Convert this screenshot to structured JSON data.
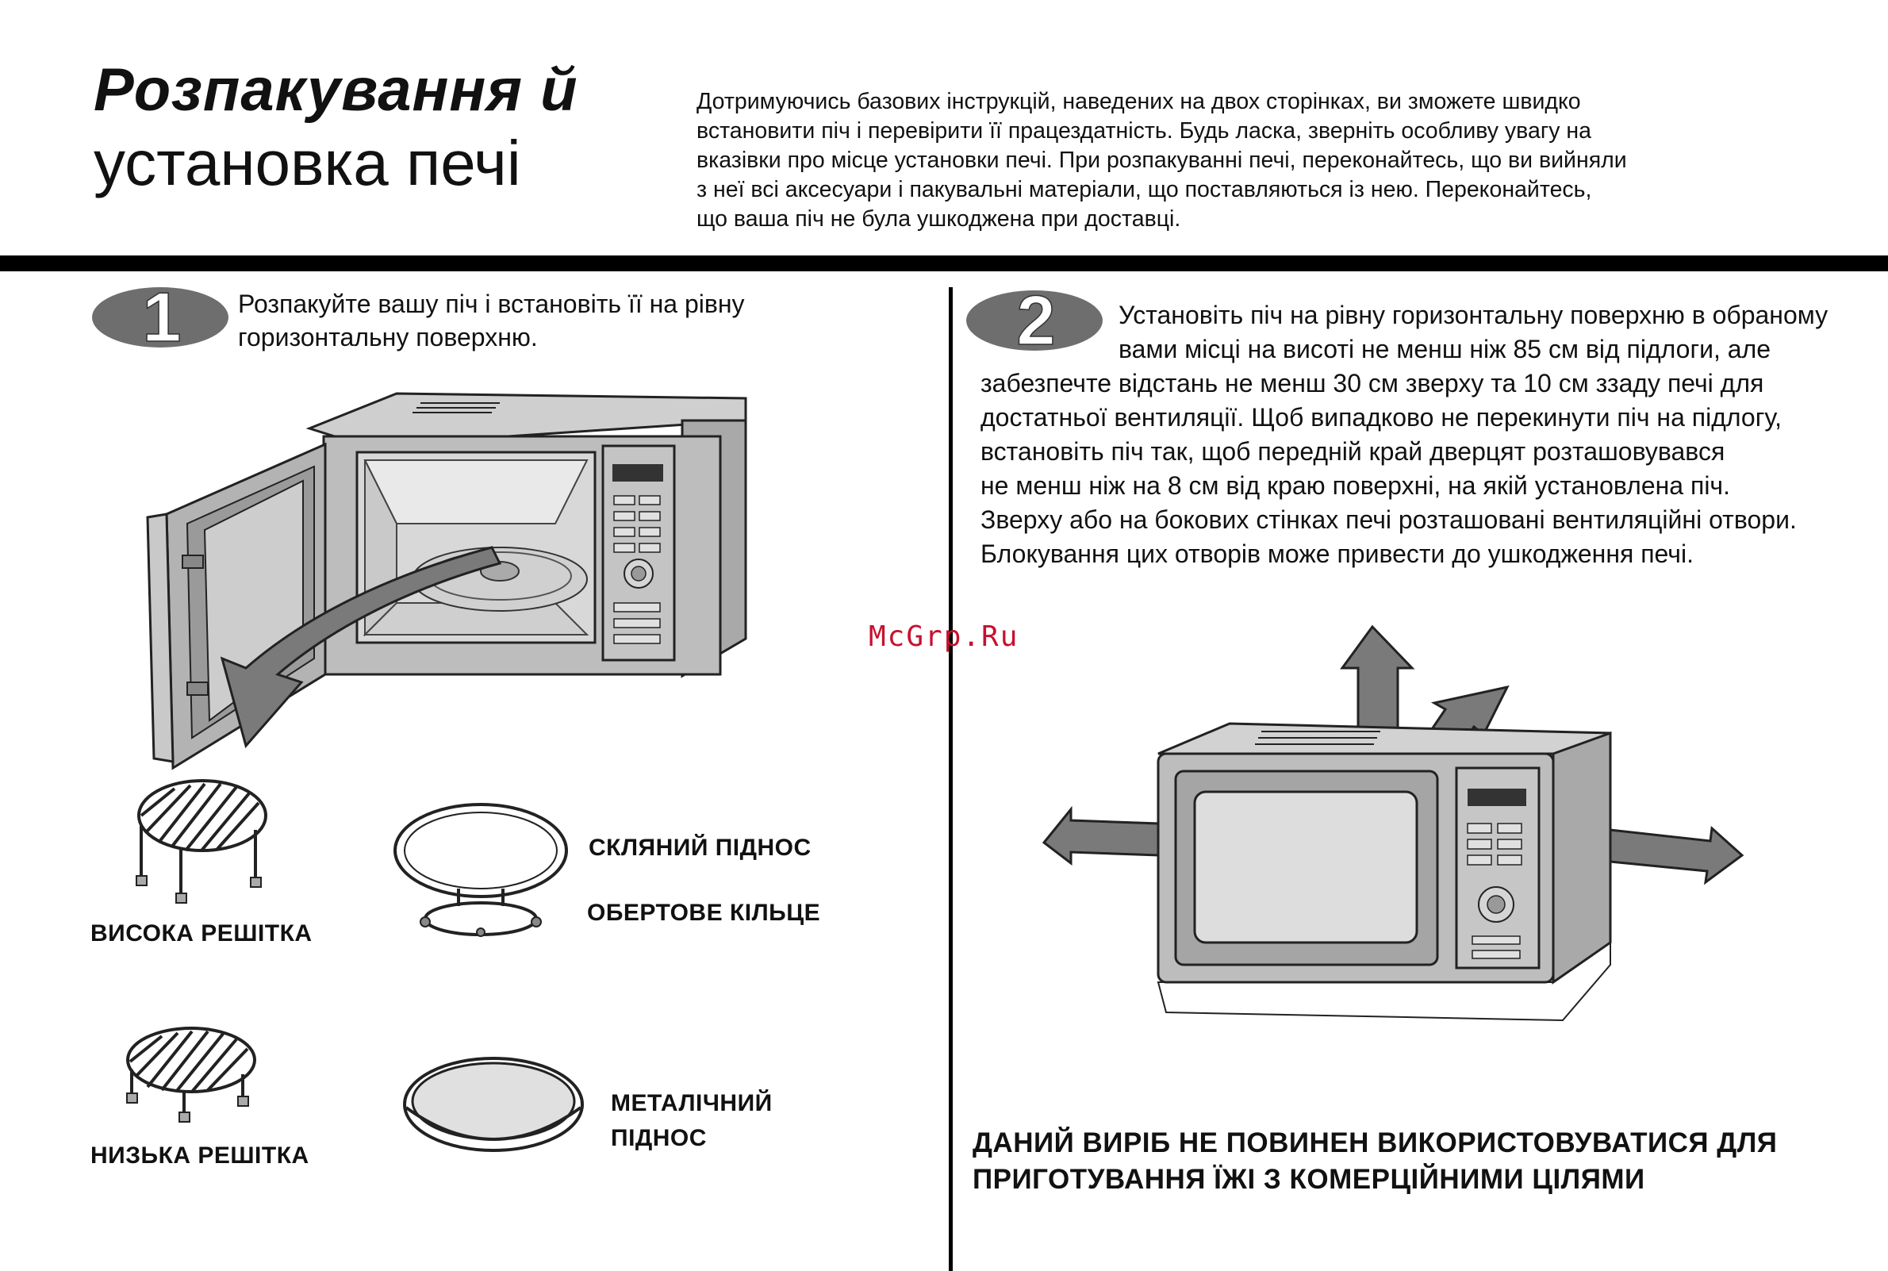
{
  "header": {
    "title_line1": "Розпакування й",
    "title_line2": "установка печі",
    "intro_lines": [
      "Дотримуючись базових інструкцій, наведених на двох сторінках, ви зможете швидко",
      "встановити піч і перевірити її працездатність. Будь ласка, зверніть особливу увагу на",
      "вказівки про місце установки печі. При розпакуванні печі, переконайтесь, що ви вийняли",
      "з неї всі аксесуари і пакувальні матеріали, що поставляються із нею. Переконайтесь,",
      "що ваша піч не була ушкоджена при доставці."
    ]
  },
  "step1": {
    "number": "1",
    "text_lines": [
      "Розпакуйте вашу піч і встановіть її на рівну",
      "горизонтальну поверхню."
    ],
    "accessories": {
      "high_rack": "ВИСОКА РЕШІТКА",
      "glass_tray": "СКЛЯНИЙ ПІДНОС",
      "roller_ring": "ОБЕРТОВЕ КІЛЬЦЕ",
      "low_rack": "НИЗЬКА РЕШІТКА",
      "metal_tray_line1": "МЕТАЛІЧНИЙ",
      "metal_tray_line2": "ПІДНОС"
    }
  },
  "step2": {
    "number": "2",
    "text_lines": [
      "Установіть піч на рівну горизонтальну поверхню в обраному",
      "вами місці на висоті не менш ніж 85 см від підлоги, але",
      "забезпечте відстань не менш 30 см зверху та 10 см ззаду печі для",
      "достатньої вентиляції. Щоб випадково не перекинути піч на підлогу,",
      "встановіть піч так, щоб передній край дверцят розташовувався",
      "не менш ніж на 8 см від краю поверхні, на якій установлена піч.",
      "Зверху або на бокових стінках печі розташовані вентиляційні отвори.",
      "Блокування цих отворів може привести до ушкодження печі."
    ]
  },
  "warning_lines": [
    "ДАНИЙ ВИРІБ НЕ ПОВИНЕН ВИКОРИСТОВУВАТИСЯ ДЛЯ",
    "ПРИГОТУВАННЯ ЇЖІ З КОМЕРЦІЙНИМИ ЦІЛЯМИ"
  ],
  "watermark": "McGrp.Ru",
  "colors": {
    "rule": "#000000",
    "badge_fill": "#6e6e6e",
    "illustration_gray": "#b8b8b8",
    "watermark": "#c8102e"
  }
}
